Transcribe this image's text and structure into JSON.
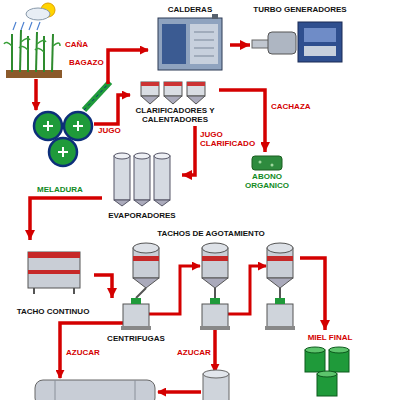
{
  "diagram": {
    "nodes": [
      {
        "text": [
          "CALDERAS"
        ]
      },
      {
        "text": [
          "TURBO GENERADORES"
        ]
      },
      {
        "text": [
          "CLARIFICADORES Y CALENTADORES"
        ]
      },
      {
        "text": [
          "ABONO ORGANICO"
        ]
      },
      {
        "text": [
          "EVAPORADORES"
        ]
      },
      {
        "text": [
          "TACHO CONTINUO"
        ]
      },
      {
        "text": [
          "TACHOS DE AGOTAMIENTO"
        ]
      },
      {
        "text": [
          "CENTRIFUGAS"
        ]
      },
      {
        "text": [
          "MIEL FINAL"
        ]
      }
    ],
    "edges": [
      {
        "from": 0,
        "to": 1,
        "arrow": "to"
      },
      {
        "from": 2,
        "to": 3,
        "label": "CACHAZA",
        "arrow": "to"
      },
      {
        "from": 2,
        "to": 4,
        "label": "JUGO CLARIFICADO",
        "arrow": "to"
      },
      {
        "from": 4,
        "to": 5,
        "label": "MELADURA",
        "arrow": "to"
      },
      {
        "from": 5,
        "to": 7,
        "arrow": "to"
      },
      {
        "from": 6,
        "to": 8,
        "arrow": "to"
      }
    ],
    "labels": [
      "CAÑA",
      "BAGAZO",
      "JUGO",
      "AZUCAR",
      "AZUCAR"
    ]
  }
}
